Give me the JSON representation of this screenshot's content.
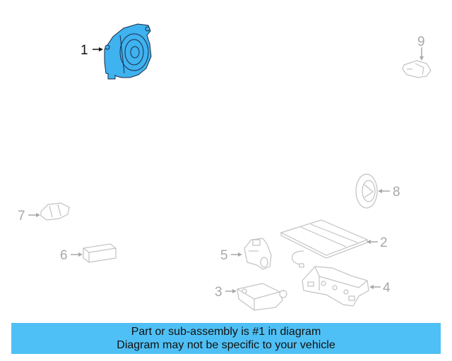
{
  "colors": {
    "highlight": "#3fb2f0",
    "highlight_stroke": "#1a2a44",
    "muted_part": "#c2c2c2",
    "muted_label": "#a8a8a8",
    "active_label": "#111111",
    "banner_bg": "#4fc0f5",
    "banner_text": "#111111"
  },
  "callouts": {
    "p1": "1",
    "p2": "2",
    "p3": "3",
    "p4": "4",
    "p5": "5",
    "p6": "6",
    "p7": "7",
    "p8": "8",
    "p9": "9"
  },
  "banner": {
    "line1": "Part or sub-assembly is #1 in diagram",
    "line2": "Diagram may not be specific to your vehicle"
  }
}
